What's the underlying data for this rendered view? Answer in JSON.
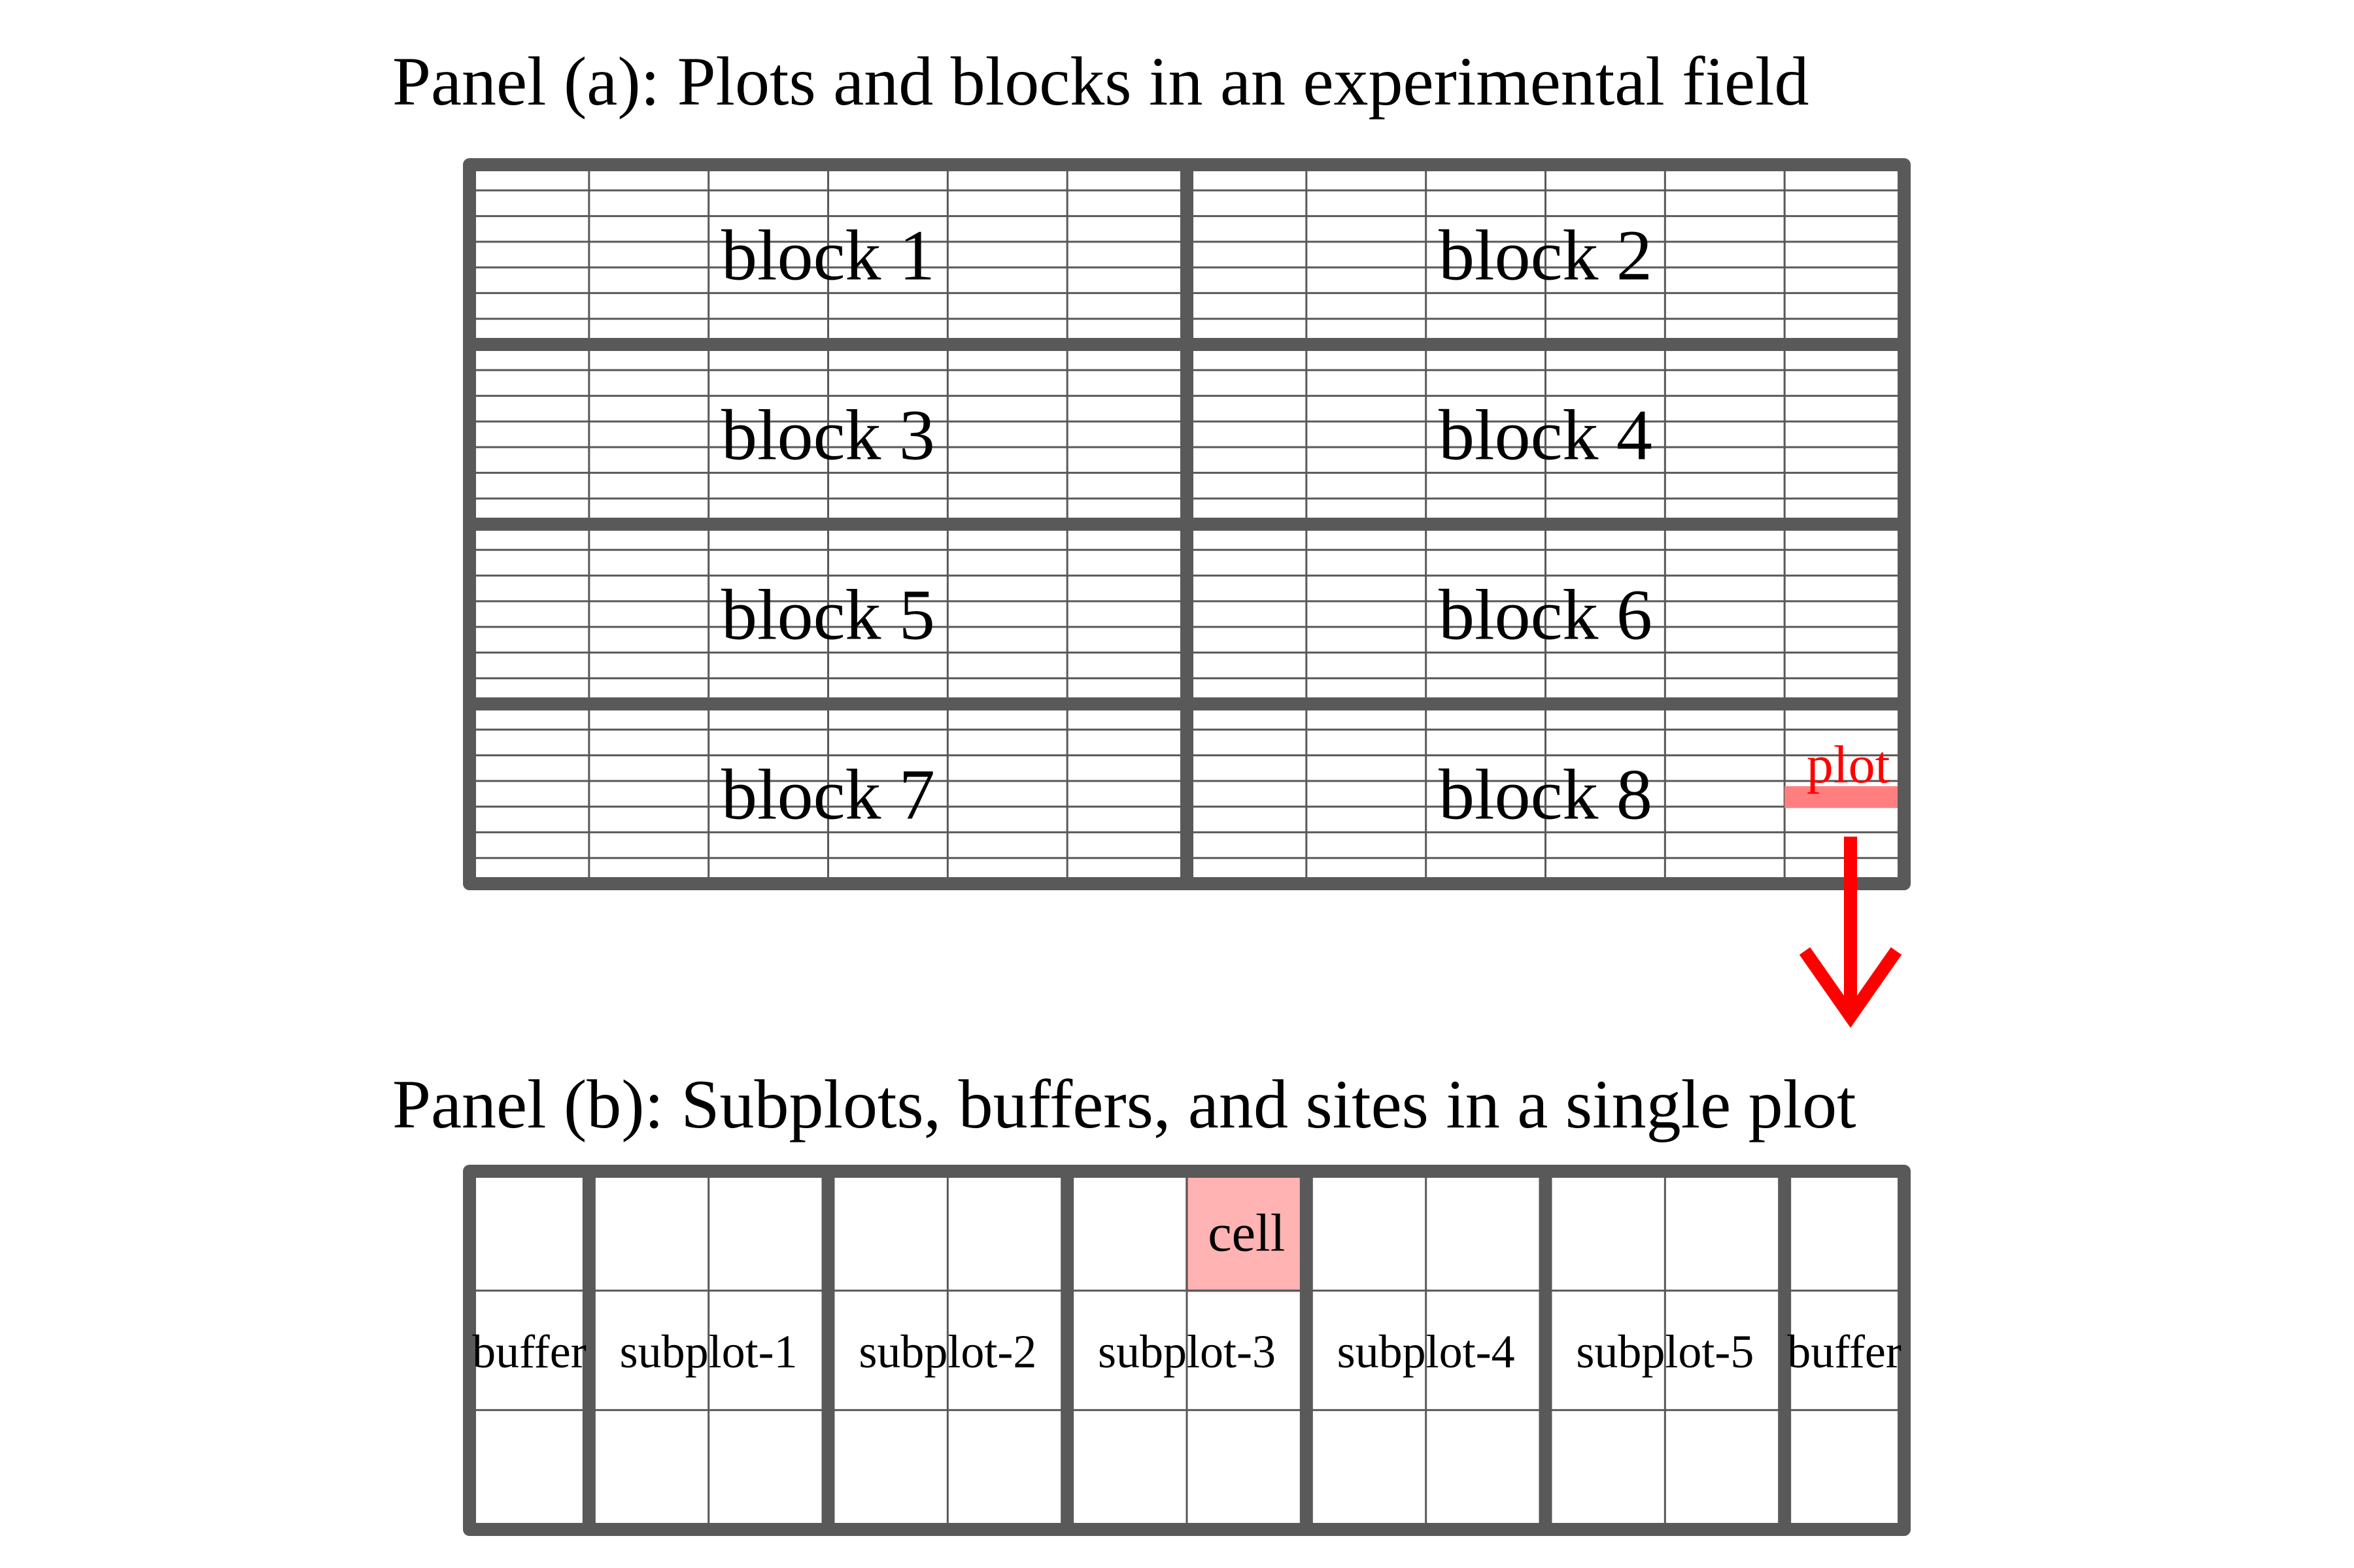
{
  "panel_a": {
    "title": "Panel (a): Plots and blocks in an experimental field",
    "blocks": [
      "block 1",
      "block 2",
      "block 3",
      "block 4",
      "block 5",
      "block 6",
      "block 7",
      "block 8"
    ],
    "plot_label": "plot"
  },
  "panel_b": {
    "title": "Panel (b): Subplots, buffers, and sites in a single plot",
    "sections": [
      "buffer",
      "subplot-1",
      "subplot-2",
      "subplot-3",
      "subplot-4",
      "subplot-5",
      "buffer"
    ],
    "cell_label": "cell"
  },
  "colors": {
    "border": "#595959",
    "thin_line": "#595959",
    "highlight_plot": "#ff7f80",
    "highlight_cell": "#ffb3b3",
    "cell_border": "#ff8c8c",
    "arrow": "#ff0000",
    "text": "#000000",
    "plot_text": "#ff0000"
  }
}
